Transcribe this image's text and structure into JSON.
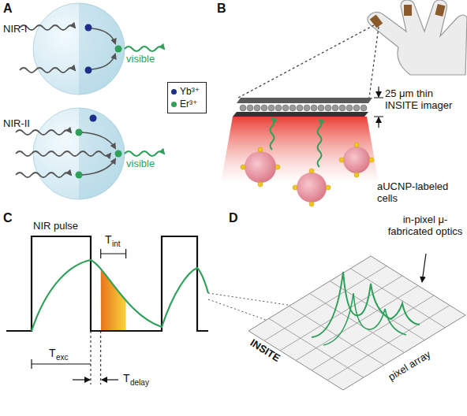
{
  "diagram": {
    "labels": [
      "A",
      "NIR-I",
      "visible",
      "NIR-II",
      "visible",
      "B",
      "25 μm thin INSITE imager",
      "aUCNP-labeled cells",
      "C",
      "NIR pulse",
      "T",
      "int",
      "T",
      "exc",
      "T",
      "delay",
      "D",
      "in-pixel μ-fabricated optics",
      "INSITE",
      "pixel array"
    ],
    "legend": [
      {
        "text": "Yb³⁺",
        "color": "#1c2f8a"
      },
      {
        "text": "Er³⁺",
        "color": "#2ea05a"
      }
    ]
  }
}
